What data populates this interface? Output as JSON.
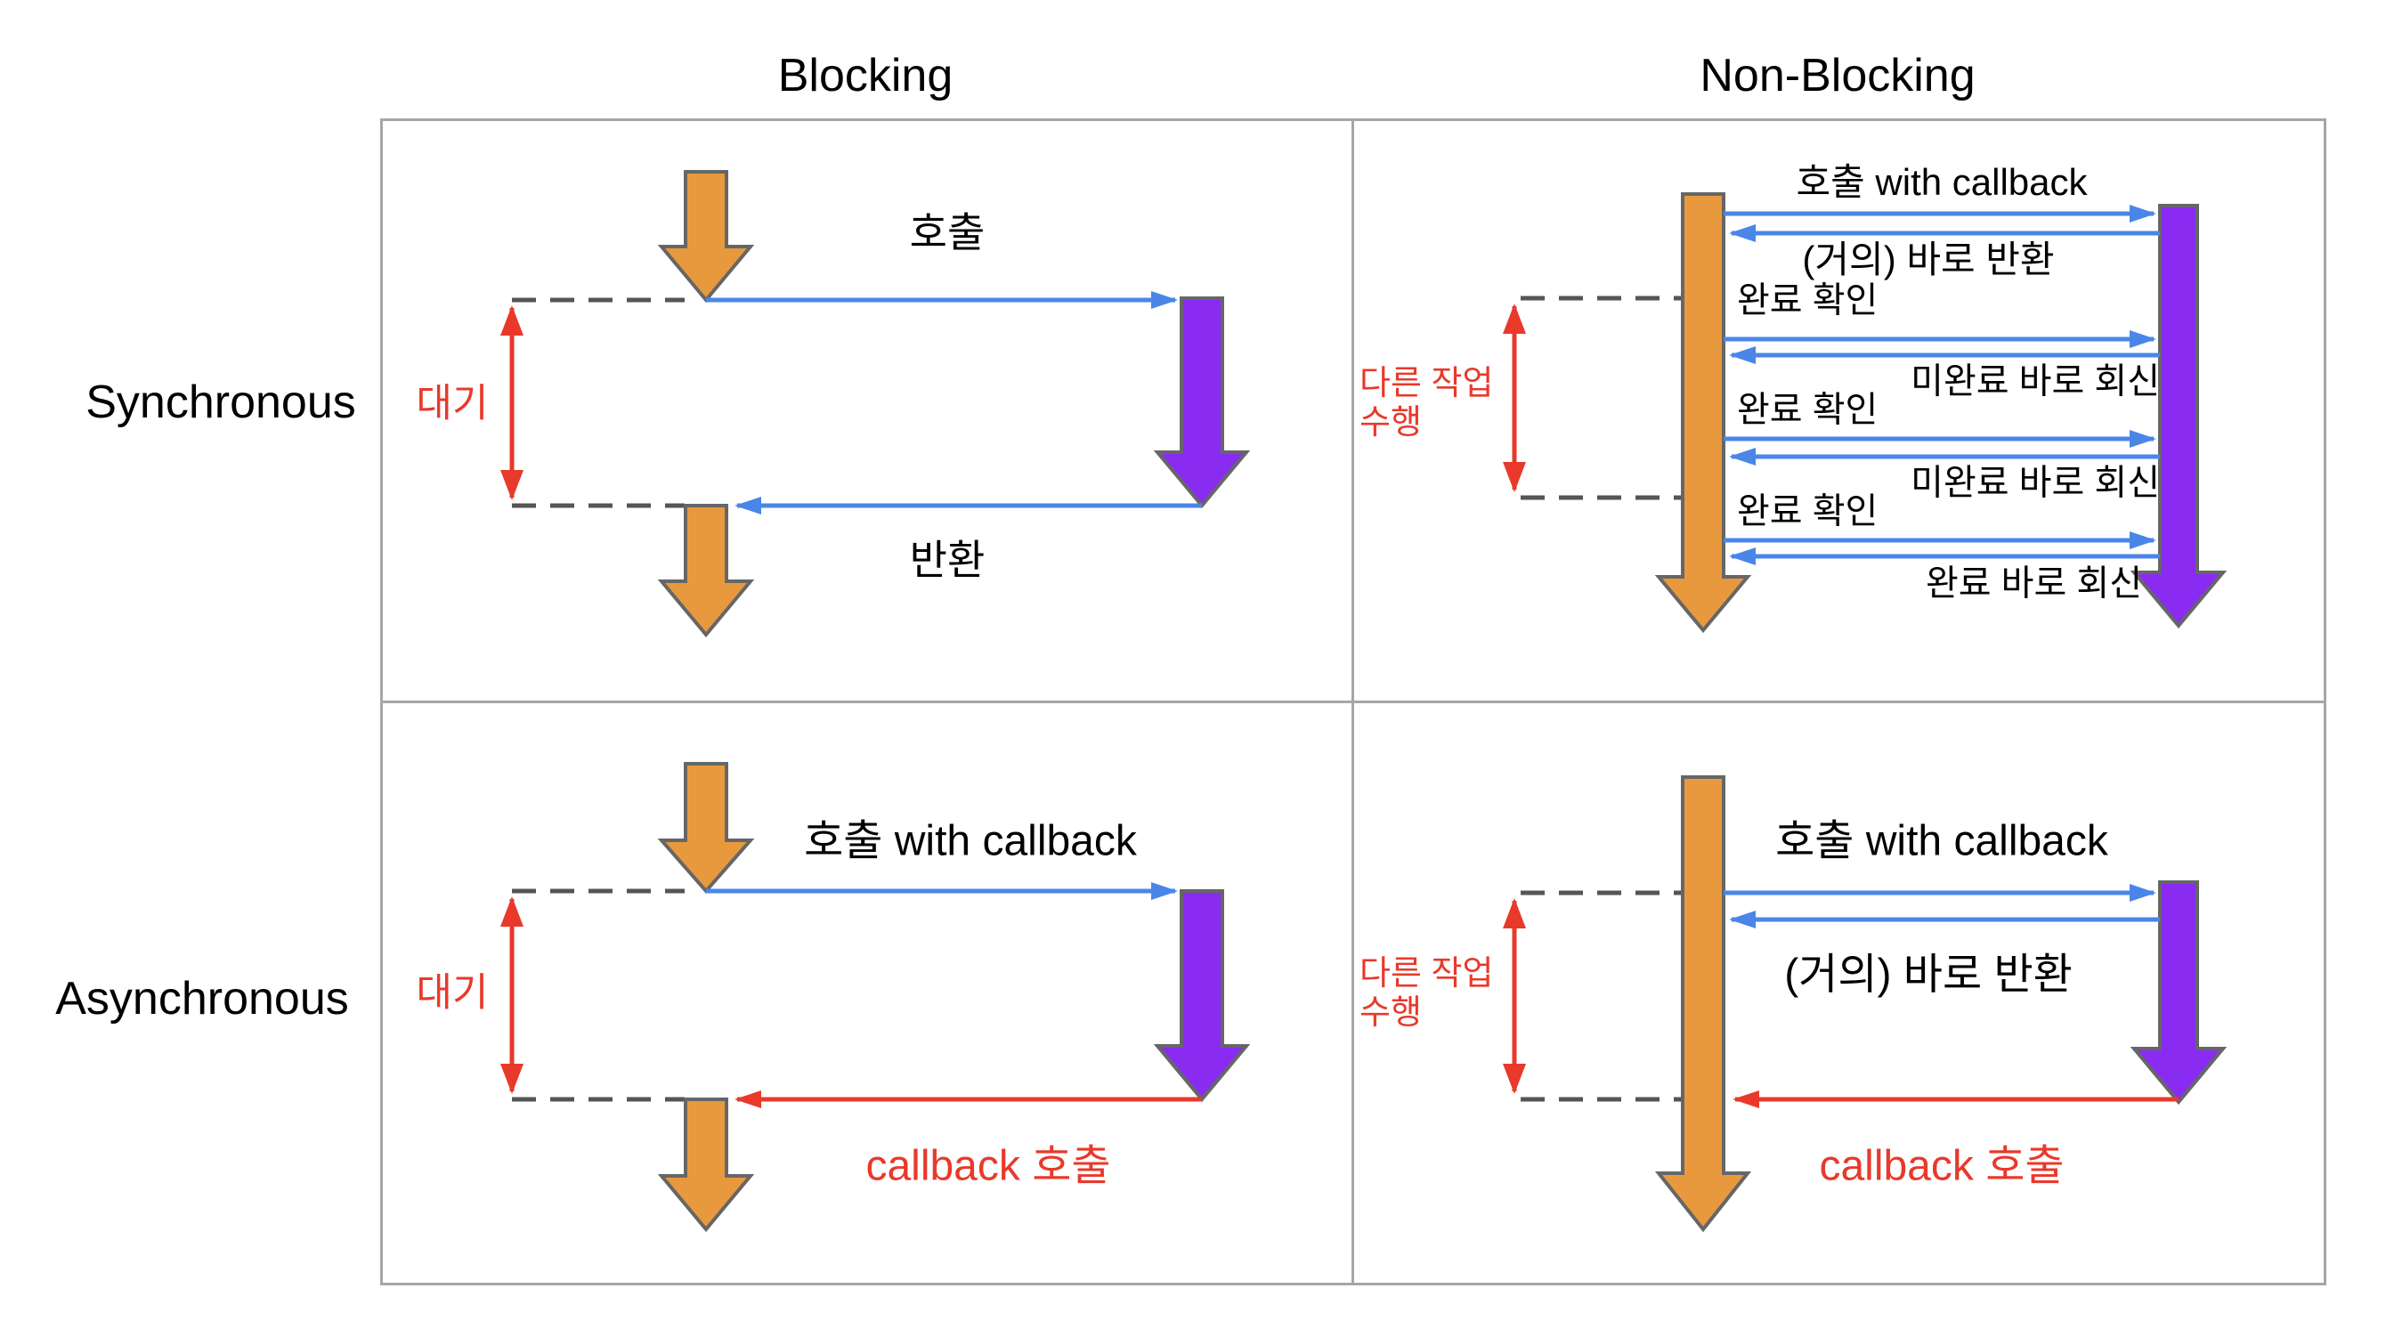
{
  "palette": {
    "orange": "#E8993E",
    "purple": "#8A2BF2",
    "blue": "#4A86E8",
    "red": "#E8392B",
    "border_gray": "#A6A6A6",
    "dash_gray": "#555555",
    "shape_stroke": "#666666",
    "text_color": "#000000"
  },
  "headers": {
    "col_blocking": "Blocking",
    "col_nonblocking": "Non-Blocking"
  },
  "row_labels": {
    "sync": "Synchronous",
    "async": "Asynchronous"
  },
  "sync_blocking": {
    "call": "호출",
    "return": "반환",
    "wait": "대기"
  },
  "sync_nonblocking": {
    "call": "호출 with callback",
    "immediate_return": "(거의) 바로 반환",
    "check1": "완료 확인",
    "reply1": "미완료 바로 회신",
    "check2": "완료 확인",
    "reply2": "미완료 바로 회신",
    "check3": "완료 확인",
    "final_reply": "완료 바로 회신",
    "other_work1": "다른 작업",
    "other_work2": "수행"
  },
  "async_blocking": {
    "call": "호출 with callback",
    "callback": "callback 호출",
    "wait": "대기"
  },
  "async_nonblocking": {
    "call": "호출 with callback",
    "immediate_return": "(거의) 바로 반환",
    "callback": "callback 호출",
    "other_work1": "다른 작업",
    "other_work2": "수행"
  }
}
